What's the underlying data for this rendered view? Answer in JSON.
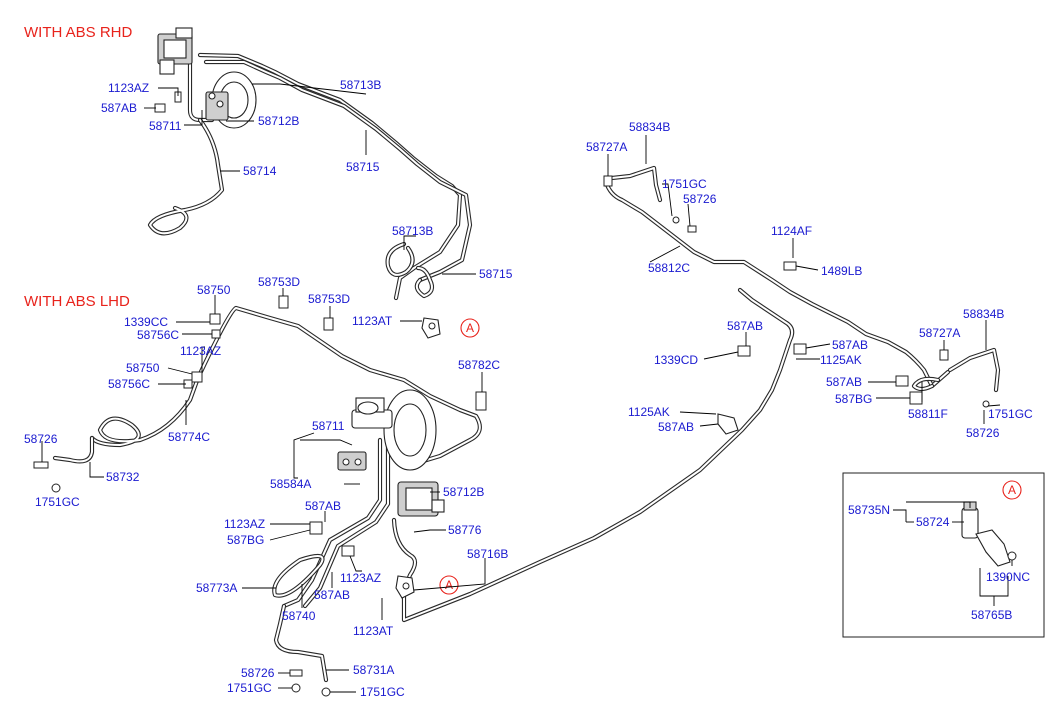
{
  "colors": {
    "heading": "#e8231c",
    "part_label": "#1a1ad0",
    "callout": "#e8231c",
    "line": "#222222"
  },
  "headings": {
    "rhd": "WITH ABS  RHD",
    "lhd": "WITH ABS  LHD"
  },
  "callouts": {
    "a1": "A",
    "a2": "A",
    "a3": "A"
  },
  "labels": {
    "rhd_1123AZ": "1123AZ",
    "rhd_587AB": "587AB",
    "rhd_58711": "58711",
    "rhd_58713B": "58713B",
    "rhd_58712B": "58712B",
    "rhd_58715": "58715",
    "rhd_58714": "58714",
    "rhd_58713B_2": "58713B",
    "rhd_58715_2": "58715",
    "rhd_1123AT": "1123AT",
    "lhd_58750": "58750",
    "lhd_1339CC": "1339CC",
    "lhd_58756C": "58756C",
    "lhd_1123AZ": "1123AZ",
    "lhd_58750_2": "58750",
    "lhd_58756C_2": "58756C",
    "lhd_58753D": "58753D",
    "lhd_58753D_2": "58753D",
    "lhd_58782C": "58782C",
    "lhd_58774C": "58774C",
    "lhd_58726": "58726",
    "lhd_58732": "58732",
    "lhd_1751GC": "1751GC",
    "lhd_58711": "58711",
    "lhd_58584A": "58584A",
    "lhd_58712B": "58712B",
    "lhd_587AB": "587AB",
    "lhd_1123AZ_2": "1123AZ",
    "lhd_587BG": "587BG",
    "lhd_58776": "58776",
    "lhd_58716B": "58716B",
    "lhd_58773A": "58773A",
    "lhd_1123AZ_3": "1123AZ",
    "lhd_587AB_2": "587AB",
    "lhd_58740": "58740",
    "lhd_1123AT": "1123AT",
    "lhd_58726_2": "58726",
    "lhd_58731A": "58731A",
    "lhd_1751GC_2": "1751GC",
    "lhd_1751GC_3": "1751GC",
    "rear_58834B": "58834B",
    "rear_58727A": "58727A",
    "rear_1751GC": "1751GC",
    "rear_58726": "58726",
    "rear_1124AF": "1124AF",
    "rear_58812C": "58812C",
    "rear_1489LB": "1489LB",
    "rear_587AB": "587AB",
    "rear_1339CD": "1339CD",
    "rear_587AB_2": "587AB",
    "rear_1125AK": "1125AK",
    "rear_587AB_3": "587AB",
    "rear_587BG": "587BG",
    "rear_1125AK_2": "1125AK",
    "rear_587AB_4": "587AB",
    "rear_58834B_2": "58834B",
    "rear_58727A_2": "58727A",
    "rear_58811F": "58811F",
    "rear_1751GC_2": "1751GC",
    "rear_58726_2": "58726",
    "detail_58735N": "58735N",
    "detail_58724": "58724",
    "detail_1390NC": "1390NC",
    "detail_58765B": "58765B"
  }
}
